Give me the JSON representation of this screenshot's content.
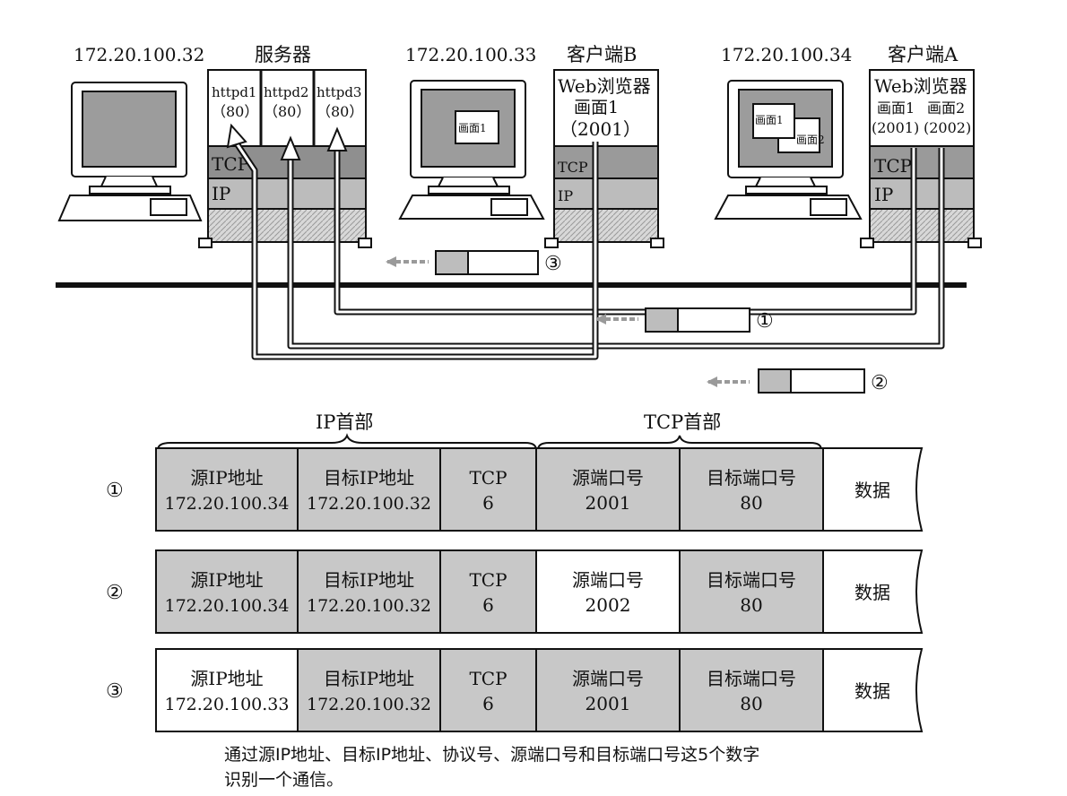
{
  "hosts": {
    "server": {
      "ip": "172.20.100.32",
      "title": "服务器",
      "procs": [
        {
          "name": "httpd1",
          "port": "（80）"
        },
        {
          "name": "httpd2",
          "port": "（80）"
        },
        {
          "name": "httpd3",
          "port": "（80）"
        }
      ],
      "tcp": "TCP",
      "ip_layer": "IP"
    },
    "client_b": {
      "ip": "172.20.100.33",
      "title": "客户端B",
      "app": "Web浏览器",
      "screen": "画面1",
      "port": "（2001）",
      "window": "画面1",
      "tcp": "TCP",
      "ip_layer": "IP"
    },
    "client_a": {
      "ip": "172.20.100.34",
      "title": "客户端A",
      "app": "Web浏览器",
      "screen1": "画面1",
      "screen2": "画面2",
      "port1": "(2001)",
      "port2": "(2002)",
      "window1": "画面1",
      "window2": "画面2",
      "tcp": "TCP",
      "ip_layer": "IP"
    }
  },
  "packet_markers": [
    "③",
    "①",
    "②"
  ],
  "headers": {
    "ip": "IP首部",
    "tcp": "TCP首部"
  },
  "rows": [
    {
      "num": "①",
      "cells": [
        {
          "t": "源IP地址",
          "v": "172.20.100.34",
          "shaded": true
        },
        {
          "t": "目标IP地址",
          "v": "172.20.100.32",
          "shaded": true
        },
        {
          "t": "TCP",
          "v": "6",
          "shaded": true
        },
        {
          "t": "源端口号",
          "v": "2001",
          "shaded": true
        },
        {
          "t": "目标端口号",
          "v": "80",
          "shaded": true
        },
        {
          "t": "数据",
          "v": "",
          "shaded": false
        }
      ]
    },
    {
      "num": "②",
      "cells": [
        {
          "t": "源IP地址",
          "v": "172.20.100.34",
          "shaded": true
        },
        {
          "t": "目标IP地址",
          "v": "172.20.100.32",
          "shaded": true
        },
        {
          "t": "TCP",
          "v": "6",
          "shaded": true
        },
        {
          "t": "源端口号",
          "v": "2002",
          "shaded": false
        },
        {
          "t": "目标端口号",
          "v": "80",
          "shaded": true
        },
        {
          "t": "数据",
          "v": "",
          "shaded": false
        }
      ]
    },
    {
      "num": "③",
      "cells": [
        {
          "t": "源IP地址",
          "v": "172.20.100.33",
          "shaded": false
        },
        {
          "t": "目标IP地址",
          "v": "172.20.100.32",
          "shaded": true
        },
        {
          "t": "TCP",
          "v": "6",
          "shaded": true
        },
        {
          "t": "源端口号",
          "v": "2001",
          "shaded": true
        },
        {
          "t": "目标端口号",
          "v": "80",
          "shaded": true
        },
        {
          "t": "数据",
          "v": "",
          "shaded": false
        }
      ]
    }
  ],
  "caption": [
    "通过源IP地址、目标IP地址、协议号、源端口号和目标端口号这5个数字",
    "识别一个通信。"
  ],
  "colors": {
    "shade": "#c8c8c8",
    "dark": "#8a8a8a",
    "line": "#111111"
  }
}
